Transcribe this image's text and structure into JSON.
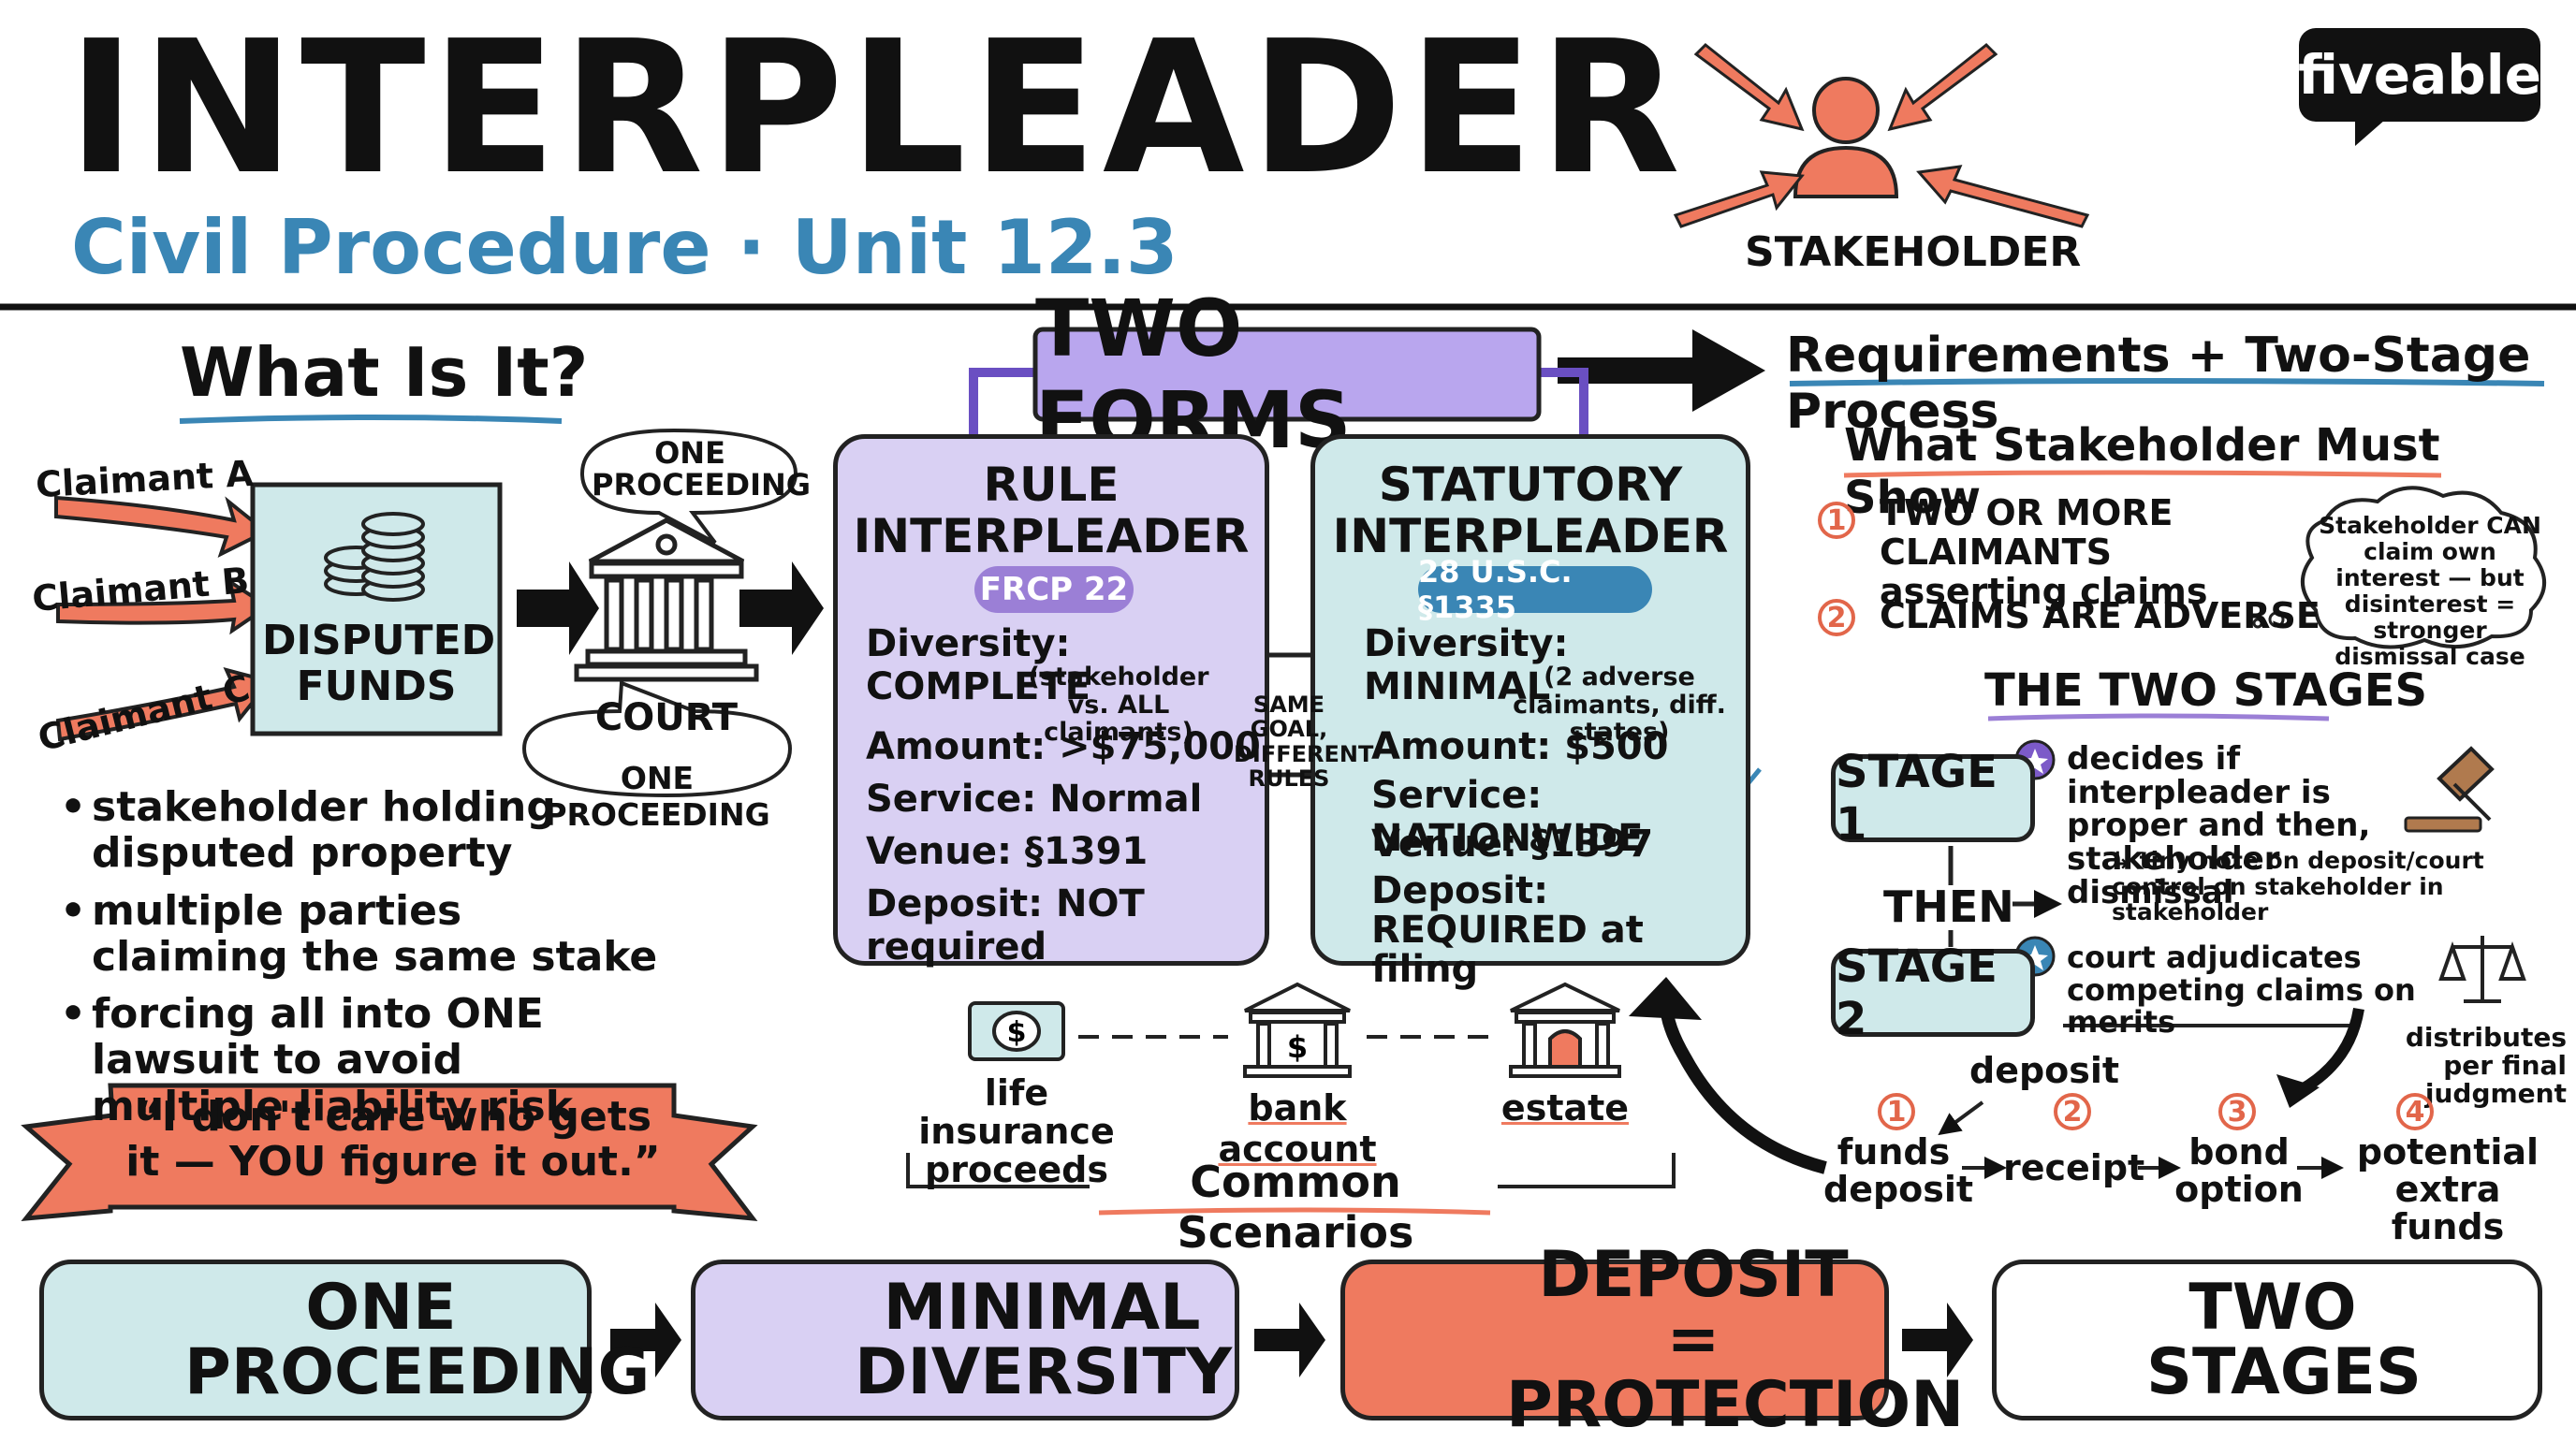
{
  "header": {
    "title": "INTERPLEADER",
    "subtitle": "Civil Procedure · Unit 12.3",
    "brand": "fiveable",
    "stakeholder_label": "STAKEHOLDER"
  },
  "colors": {
    "purple": "#d9d0f3",
    "teal": "#cfe9ea",
    "coral": "#ef7a5f",
    "blue": "#3a86b5",
    "dark": "#111111"
  },
  "what_is_it": {
    "title": "What Is It?",
    "claimants": [
      "Claimant A",
      "Claimant B",
      "Claimant C"
    ],
    "funds_label": "DISPUTED FUNDS",
    "court_label": "COURT",
    "bubble_top": "ONE PROCEEDING",
    "bubble_bottom": "ONE PROCEEDING",
    "bullets": [
      "stakeholder holding disputed property",
      "multiple parties claiming the same stake",
      "forcing all into ONE lawsuit to avoid multiple liability risk"
    ],
    "quote": "“I don't care who gets it — YOU figure it out.”"
  },
  "two_forms": {
    "title": "TWO FORMS",
    "center_note": "SAME GOAL, DIFFERENT RULES",
    "rule": {
      "title": "RULE INTERPLEADER",
      "badge": "FRCP 22",
      "diversity": "Diversity: COMPLETE",
      "diversity_note": "(stakeholder vs. ALL claimants)",
      "amount": "Amount: >$75,000",
      "service": "Service: Normal",
      "venue": "Venue: §1391",
      "deposit": "Deposit: NOT required"
    },
    "statutory": {
      "title": "STATUTORY INTERPLEADER",
      "badge": "28 U.S.C. §1335",
      "diversity": "Diversity: MINIMAL",
      "diversity_note": "(2 adverse claimants, diff. states)",
      "amount": "Amount: $500",
      "service": "Service: NATIONWIDE",
      "venue": "Venue: §1397",
      "deposit": "Deposit: REQUIRED at filing"
    }
  },
  "scenarios": {
    "title": "Common Scenarios",
    "items": [
      "life insurance proceeds",
      "bank account",
      "estate"
    ]
  },
  "requirements": {
    "title": "Requirements + Two-Stage Process",
    "must_show_title": "What Stakeholder Must Show",
    "items": [
      "TWO OR MORE CLAIMANTS asserting claims",
      "CLAIMS ARE ADVERSE"
    ],
    "cloud_note": "Stakeholder CAN claim own interest — but disinterest = stronger dismissal case",
    "stages_title": "THE TWO STAGES",
    "stage1": "STAGE 1",
    "stage1_desc": "decides if interpleader is proper and then, stakeholder dismissal",
    "stage1_note": "↳ tiny note on deposit/court control on stakeholder in stakeholder",
    "then_label": "THEN",
    "stage2": "STAGE 2",
    "stage2_desc": "court adjudicates competing claims on merits",
    "distributes": "distributes per final judgment",
    "deposit_label": "deposit",
    "steps": [
      {
        "num": "1",
        "label": "funds deposit"
      },
      {
        "num": "2",
        "label": "receipt"
      },
      {
        "num": "3",
        "label": "bond option"
      },
      {
        "num": "4",
        "label": "potential extra funds"
      }
    ]
  },
  "summary": [
    "ONE PROCEEDING",
    "MINIMAL DIVERSITY",
    "DEPOSIT = PROTECTION",
    "TWO STAGES"
  ]
}
